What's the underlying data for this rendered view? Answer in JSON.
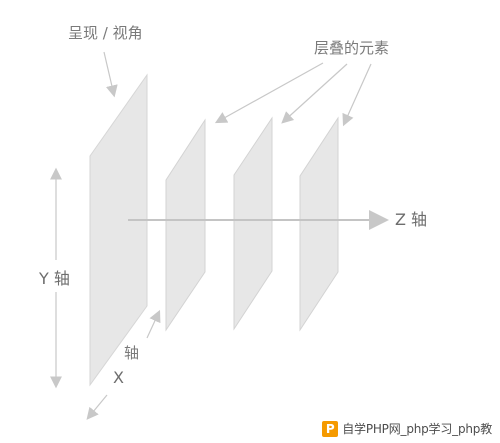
{
  "diagram": {
    "viewpoint_label": "呈现 / 视角",
    "stack_label": "层叠的元素",
    "z_axis_label": "Z 轴",
    "y_axis_label": "Y 轴",
    "x_axis_label_primary": "轴",
    "x_axis_label_secondary": "X"
  },
  "watermark": {
    "badge": "P",
    "text": "自学PHP网_php学习_php教"
  },
  "colors": {
    "plane_fill": "#e7e7e7",
    "plane_stroke": "#d0d0d0",
    "axis": "#bfbfbf",
    "text": "#7a7a7a",
    "accent": "#f59a00"
  }
}
